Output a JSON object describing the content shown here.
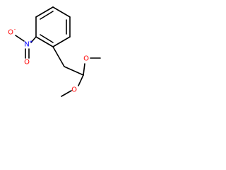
{
  "molecule": {
    "atoms": {
      "nitro_o_minus": "O",
      "nitro_o_double": "O",
      "nitro_n": "N",
      "methoxy_o_upper": "O",
      "methoxy_o_lower": "O"
    },
    "charges": {
      "nitro_o_minus": "-",
      "nitro_n": "+"
    },
    "colors": {
      "bond": "#000000",
      "oxygen": "#ff0000",
      "nitrogen": "#0000ff"
    }
  }
}
